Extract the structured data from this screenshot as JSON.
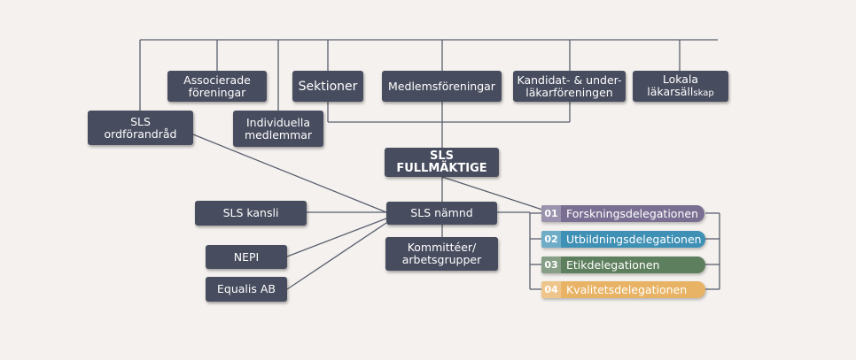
{
  "colors": {
    "background": "#f4f1ee",
    "box": "#474c5e",
    "line": "#5a5f6e",
    "forskning": "#7a6f93",
    "utbildning": "#3f90b5",
    "etik": "#5e7f5e",
    "kvalitet": "#e8b365"
  },
  "nodes": {
    "ordforanderad": "SLS\nordförandråd",
    "associerade": "Associerade\nföreningar",
    "individuella": "Individuella\nmedlemmar",
    "sektioner": "Sektioner",
    "medlemsforeningar": "Medlemsföreningar",
    "kandidat": "Kandidat- & under-\nläkarföreningen",
    "lokala_line1": "Lokala",
    "lokala_line2a": "läkarsäll",
    "lokala_line2b": "skap",
    "fullmaktige": "SLS FULLMÄKTIGE",
    "namnd": "SLS nämnd",
    "kansli": "SLS kansli",
    "nepi": "NEPI",
    "equalis": "Equalis AB",
    "kommitteer": "Kommittéer/\narbetsgrupper"
  },
  "delegations": [
    {
      "num": "01",
      "label": "Forskningsdelegationen"
    },
    {
      "num": "02",
      "label": "Utbildningsdelegationen"
    },
    {
      "num": "03",
      "label": "Etikdelegationen"
    },
    {
      "num": "04",
      "label": "Kvalitetsdelegationen"
    }
  ]
}
